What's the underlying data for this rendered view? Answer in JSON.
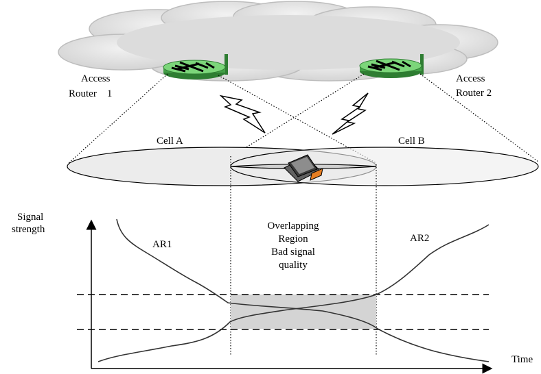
{
  "routers": {
    "ar1": {
      "line1": "Access",
      "line2": "Router    1"
    },
    "ar2": {
      "line1": "Access",
      "line2": "Router 2"
    }
  },
  "cells": {
    "a": "Cell A",
    "b": "Cell B"
  },
  "graph": {
    "y_label_line1": "Signal",
    "y_label_line2": "strength",
    "x_label": "Time",
    "curve1": "AR1",
    "curve2": "AR2",
    "overlap_lines": [
      "Overlapping",
      "Region",
      "Bad signal",
      "quality"
    ]
  },
  "colors": {
    "cloud": "#d9d9d9",
    "router": "#4caf50",
    "cell_fill": "#ececec",
    "overlap_fill": "#d0d0d0"
  },
  "icons": [
    "cloud-icon",
    "router-icon",
    "lightning-icon",
    "laptop-icon"
  ]
}
